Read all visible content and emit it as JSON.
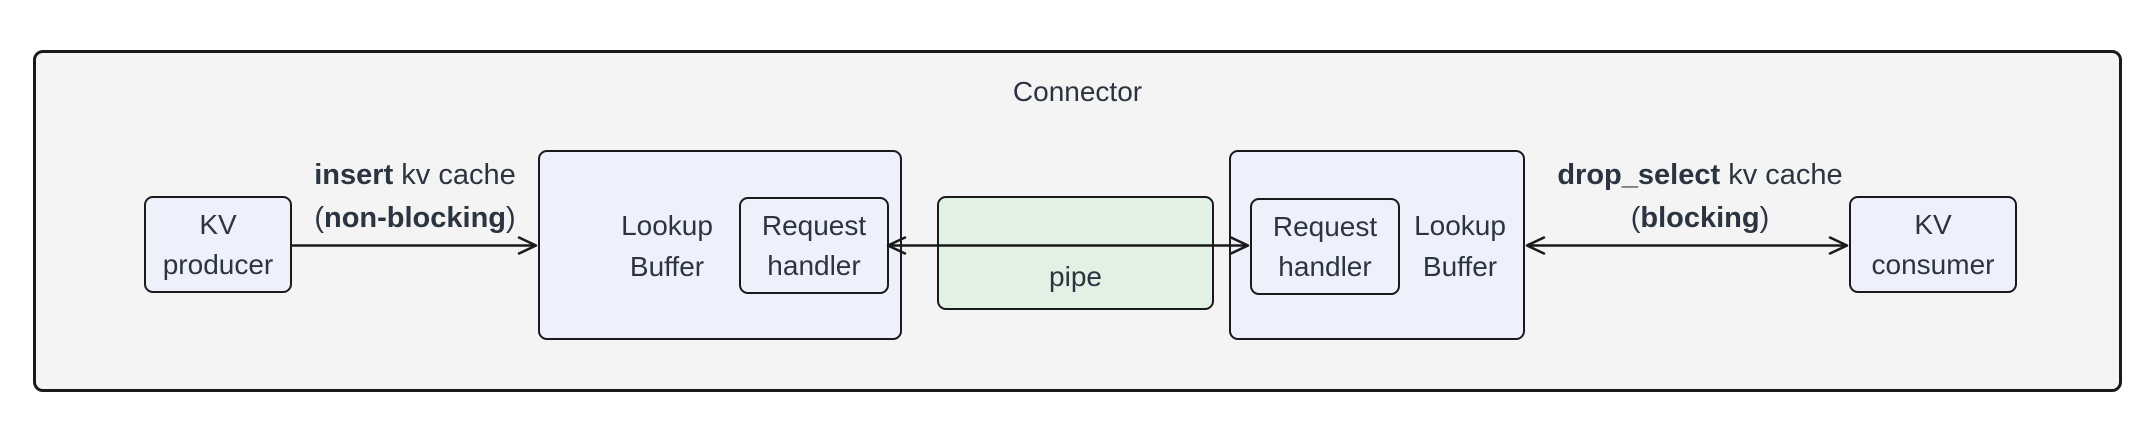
{
  "diagram": {
    "title": "Connector",
    "nodes": {
      "kv_producer": {
        "line1": "KV",
        "line2": "producer"
      },
      "kv_consumer": {
        "line1": "KV",
        "line2": "consumer"
      },
      "lookup_buffer_left": {
        "line1": "Lookup",
        "line2": "Buffer"
      },
      "lookup_buffer_right": {
        "line1": "Lookup",
        "line2": "Buffer"
      },
      "request_handler_left": {
        "line1": "Request",
        "line2": "handler"
      },
      "request_handler_right": {
        "line1": "Request",
        "line2": "handler"
      },
      "pipe": {
        "label": "pipe"
      }
    },
    "edges": {
      "insert": {
        "op": "insert",
        "rest": " kv cache",
        "paren_open": "(",
        "mode": "non-blocking",
        "paren_close": ")"
      },
      "drop_select": {
        "op": "drop_select",
        "rest": " kv cache",
        "paren_open": "(",
        "mode": "blocking",
        "paren_close": ")"
      }
    },
    "colors": {
      "page_bg": "#ffffff",
      "container_fill": "#f4f4f4",
      "node_fill": "#eef1fc",
      "pipe_fill": "#e1f2e5",
      "border": "#1a1a1a",
      "text": "#2b3440"
    }
  }
}
